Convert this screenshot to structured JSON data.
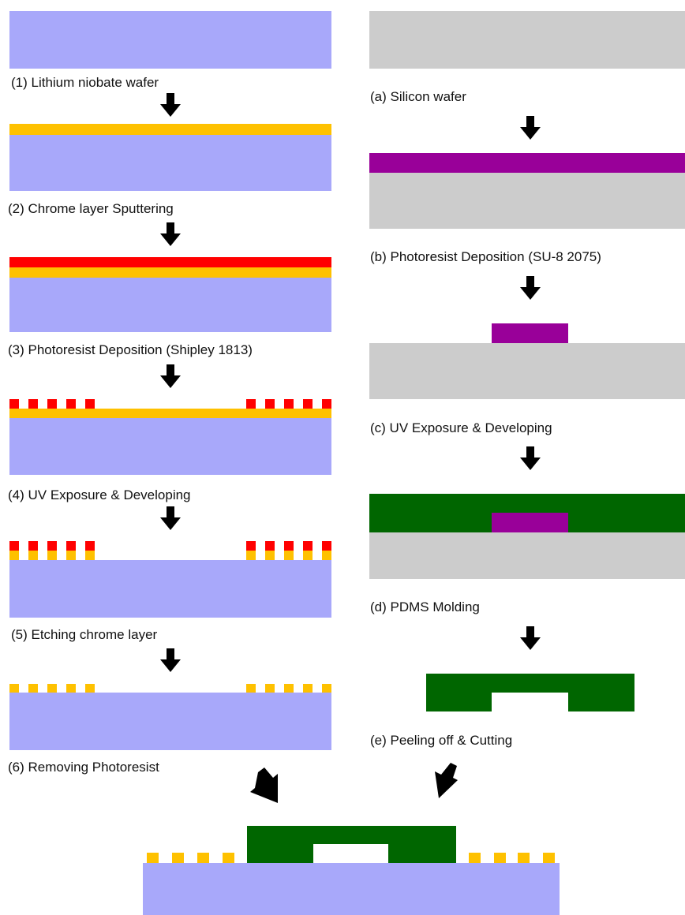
{
  "left_column": {
    "steps": [
      {
        "label": "(1) Lithium niobate wafer"
      },
      {
        "label": "(2) Chrome layer Sputtering"
      },
      {
        "label": "(3) Photoresist Deposition (Shipley 1813)"
      },
      {
        "label": "(4) UV Exposure & Developing"
      },
      {
        "label": "(5) Etching chrome layer"
      },
      {
        "label": "(6) Removing Photoresist"
      }
    ]
  },
  "right_column": {
    "steps": [
      {
        "label": "(a) Silicon wafer"
      },
      {
        "label": "(b) Photoresist Deposition (SU-8 2075)"
      },
      {
        "label": "(c) UV Exposure & Developing"
      },
      {
        "label": "(d) PDMS Molding"
      },
      {
        "label": "(e) Peeling off & Cutting"
      }
    ]
  },
  "colors": {
    "lithium_niobate": "#a8a8fa",
    "chrome": "#fec100",
    "photoresist_shipley": "#ff0000",
    "silicon": "#cccccc",
    "su8": "#990099",
    "pdms": "#006600",
    "arrow": "#000000",
    "background": "#ffffff"
  }
}
